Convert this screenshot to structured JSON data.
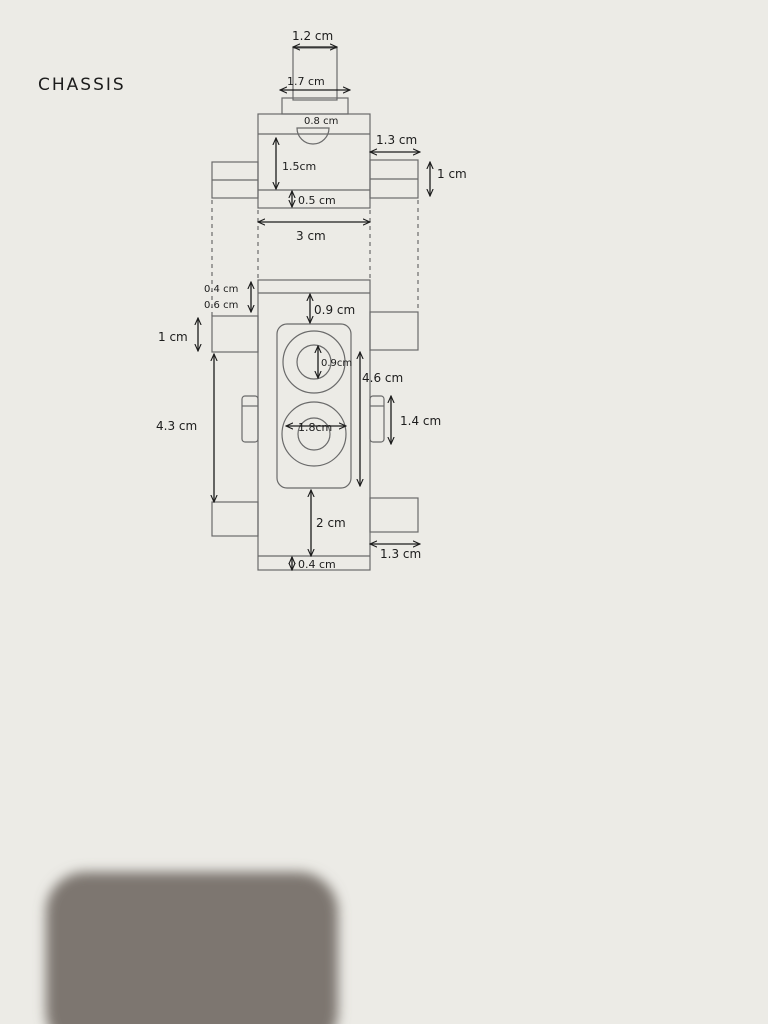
{
  "title": "CHASSIS",
  "top_view": {
    "labels": {
      "tab_width": "1.2 cm",
      "boss_width": "1.7 cm",
      "arc_width": "0.8 cm",
      "side_gap": "1.3 cm",
      "body_height": "1.5cm",
      "axle_height": "1 cm",
      "base_thickness": "0.5 cm",
      "body_width": "3 cm"
    }
  },
  "plan_view": {
    "labels": {
      "top_margin_1": "0.4 cm",
      "top_margin_2": "0.6 cm",
      "slot_offset": "0.9 cm",
      "axle_height": "1 cm",
      "hole_small": "0.9cm",
      "slot_length": "4.6 cm",
      "axle_spacing": "4.3 cm",
      "hole_large": "1.8cm",
      "clip_height": "1.4 cm",
      "bottom_gap": "2 cm",
      "side_gap": "1.3 cm",
      "bottom_margin": "0.4 cm"
    }
  },
  "colors": {
    "paper": "#ecebe6",
    "ink": "#1c1c1c",
    "pencil": "#6a6a6a",
    "shadow": "#7d7670"
  }
}
